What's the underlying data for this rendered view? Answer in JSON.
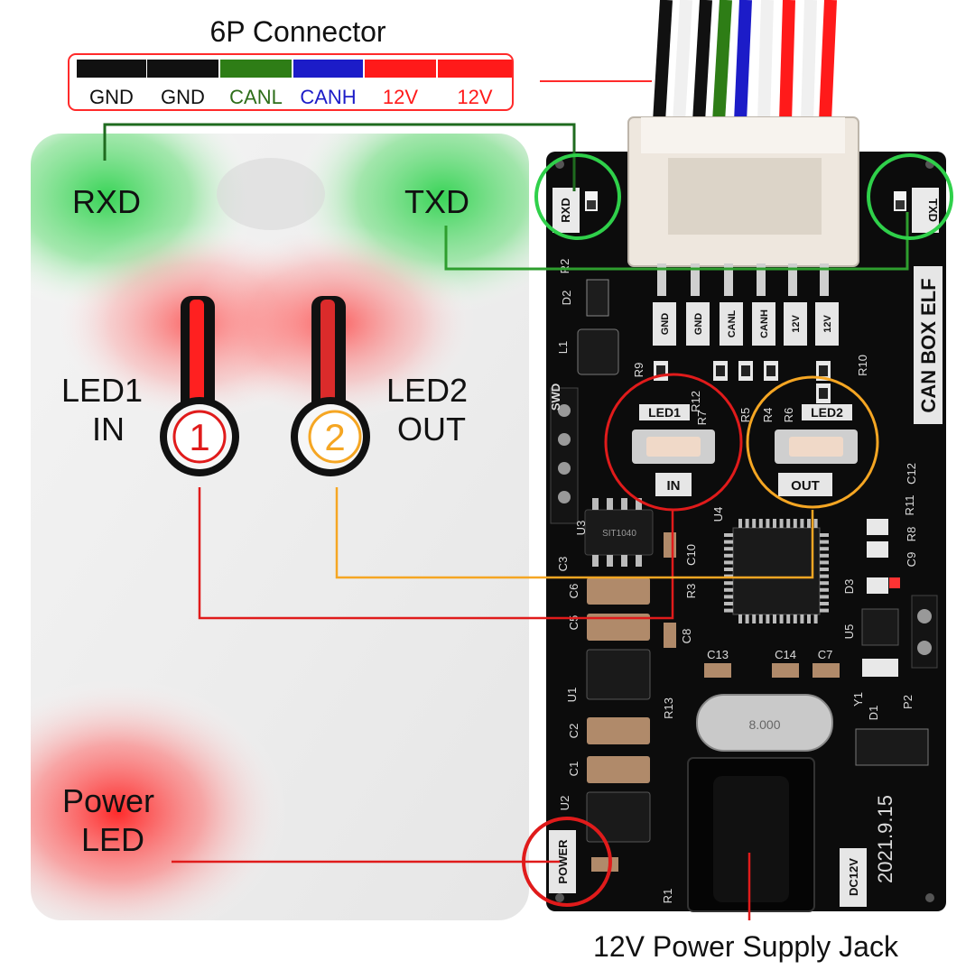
{
  "connector": {
    "title": "6P Connector",
    "pins": [
      {
        "label": "GND",
        "color": "#111111",
        "text_color": "#111111"
      },
      {
        "label": "GND",
        "color": "#111111",
        "text_color": "#111111"
      },
      {
        "label": "CANL",
        "color": "#2e7d16",
        "text_color": "#2e6e1a"
      },
      {
        "label": "CANH",
        "color": "#1c1cc8",
        "text_color": "#1c1cc8"
      },
      {
        "label": "12V",
        "color": "#ff1a1a",
        "text_color": "#ff1a1a"
      },
      {
        "label": "12V",
        "color": "#ff1a1a",
        "text_color": "#ff1a1a"
      }
    ]
  },
  "enclosure": {
    "rxd_label": "RXD",
    "txd_label": "TXD",
    "led1_label": "LED1\nIN",
    "led2_label": "LED2\nOUT",
    "led1_badge": "1",
    "led2_badge": "2",
    "power_led_label": "Power\nLED"
  },
  "pcb": {
    "board_name": "CAN BOX ELF",
    "pin_header_labels": [
      "GND",
      "GND",
      "CANL",
      "CANH",
      "12V",
      "12V"
    ],
    "rxd_silk": "RXD",
    "txd_silk": "TXD",
    "led1_silk": "LED1",
    "led2_silk": "LED2",
    "in_silk": "IN",
    "out_silk": "OUT",
    "power_silk": "POWER",
    "dc_silk": "DC12V",
    "date_silk": "2021.9.15",
    "swd_silk": "SWD",
    "chip_silk": "SIT1040",
    "crystal_silk": "8.000",
    "component_refs": [
      "R2",
      "D2",
      "L1",
      "R9",
      "R12",
      "R7",
      "R5",
      "R4",
      "R6",
      "R10",
      "R11",
      "C12",
      "R8",
      "C9",
      "D3",
      "U5",
      "U4",
      "U3",
      "C3",
      "C6",
      "C5",
      "C10",
      "R3",
      "C8",
      "C13",
      "C14",
      "C7",
      "Y1",
      "D1",
      "P2",
      "U1",
      "R13",
      "C2",
      "C1",
      "U2",
      "R1"
    ]
  },
  "callouts": {
    "power_jack": "12V Power Supply Jack"
  },
  "colors": {
    "green": "#2e9e2e",
    "red": "#ff0000",
    "orange": "#f5a623",
    "dark_green": "#1f6b1f"
  }
}
